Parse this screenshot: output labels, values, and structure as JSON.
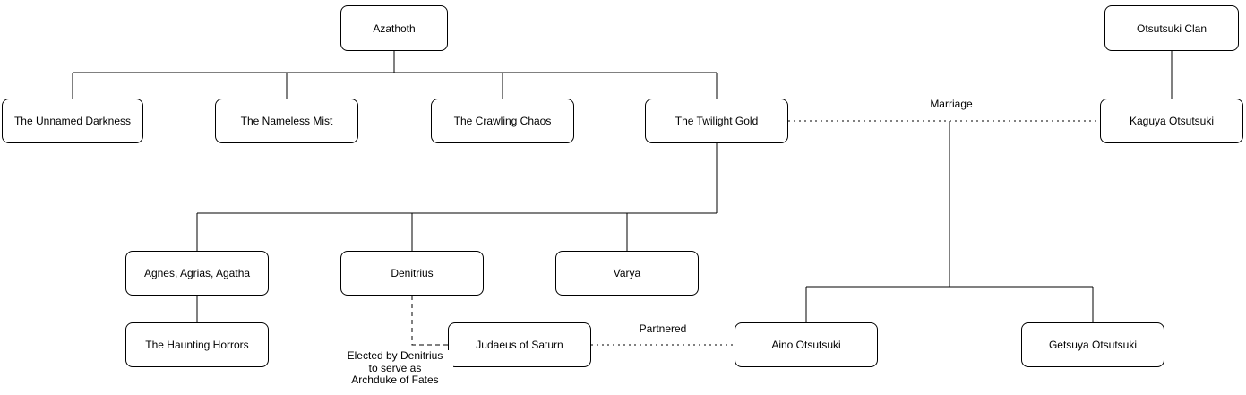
{
  "nodes": {
    "azathoth": "Azathoth",
    "otsutsuki_clan": "Otsutsuki Clan",
    "unnamed_darkness": "The Unnamed Darkness",
    "nameless_mist": "The Nameless Mist",
    "crawling_chaos": "The Crawling Chaos",
    "twilight_gold": "The Twilight Gold",
    "kaguya": "Kaguya Otsutsuki",
    "agnes": "Agnes, Agrias, Agatha",
    "denitrius": "Denitrius",
    "varya": "Varya",
    "haunting_horrors": "The Haunting Horrors",
    "judaeus": "Judaeus of Saturn",
    "aino": "Aino Otsutsuki",
    "getsuya": "Getsuya Otsutsuki"
  },
  "edge_labels": {
    "marriage": "Marriage",
    "partnered": "Partnered",
    "elected": "Elected by Denitrius\nto serve as\nArchduke of Fates"
  },
  "edges": [
    {
      "from": "azathoth",
      "to": "unnamed_darkness",
      "style": "solid"
    },
    {
      "from": "azathoth",
      "to": "nameless_mist",
      "style": "solid"
    },
    {
      "from": "azathoth",
      "to": "crawling_chaos",
      "style": "solid"
    },
    {
      "from": "azathoth",
      "to": "twilight_gold",
      "style": "solid"
    },
    {
      "from": "otsutsuki_clan",
      "to": "kaguya",
      "style": "solid"
    },
    {
      "from": "twilight_gold",
      "to": "kaguya",
      "style": "dotted",
      "label": "Marriage"
    },
    {
      "from": "twilight_gold",
      "to": "agnes",
      "style": "solid"
    },
    {
      "from": "twilight_gold",
      "to": "denitrius",
      "style": "solid"
    },
    {
      "from": "twilight_gold",
      "to": "varya",
      "style": "solid"
    },
    {
      "from": "agnes",
      "to": "haunting_horrors",
      "style": "solid"
    },
    {
      "from": "denitrius",
      "to": "judaeus",
      "style": "dashed",
      "label": "Elected by Denitrius to serve as Archduke of Fates"
    },
    {
      "from": "judaeus",
      "to": "aino",
      "style": "dotted",
      "label": "Partnered"
    },
    {
      "from": "twilight_gold+kaguya",
      "to": "aino",
      "style": "solid"
    },
    {
      "from": "twilight_gold+kaguya",
      "to": "getsuya",
      "style": "solid"
    }
  ],
  "colors": {
    "node_fill": "#ffffff",
    "node_border": "#000000",
    "line": "#000000",
    "text": "#000000",
    "background": "#ffffff"
  }
}
